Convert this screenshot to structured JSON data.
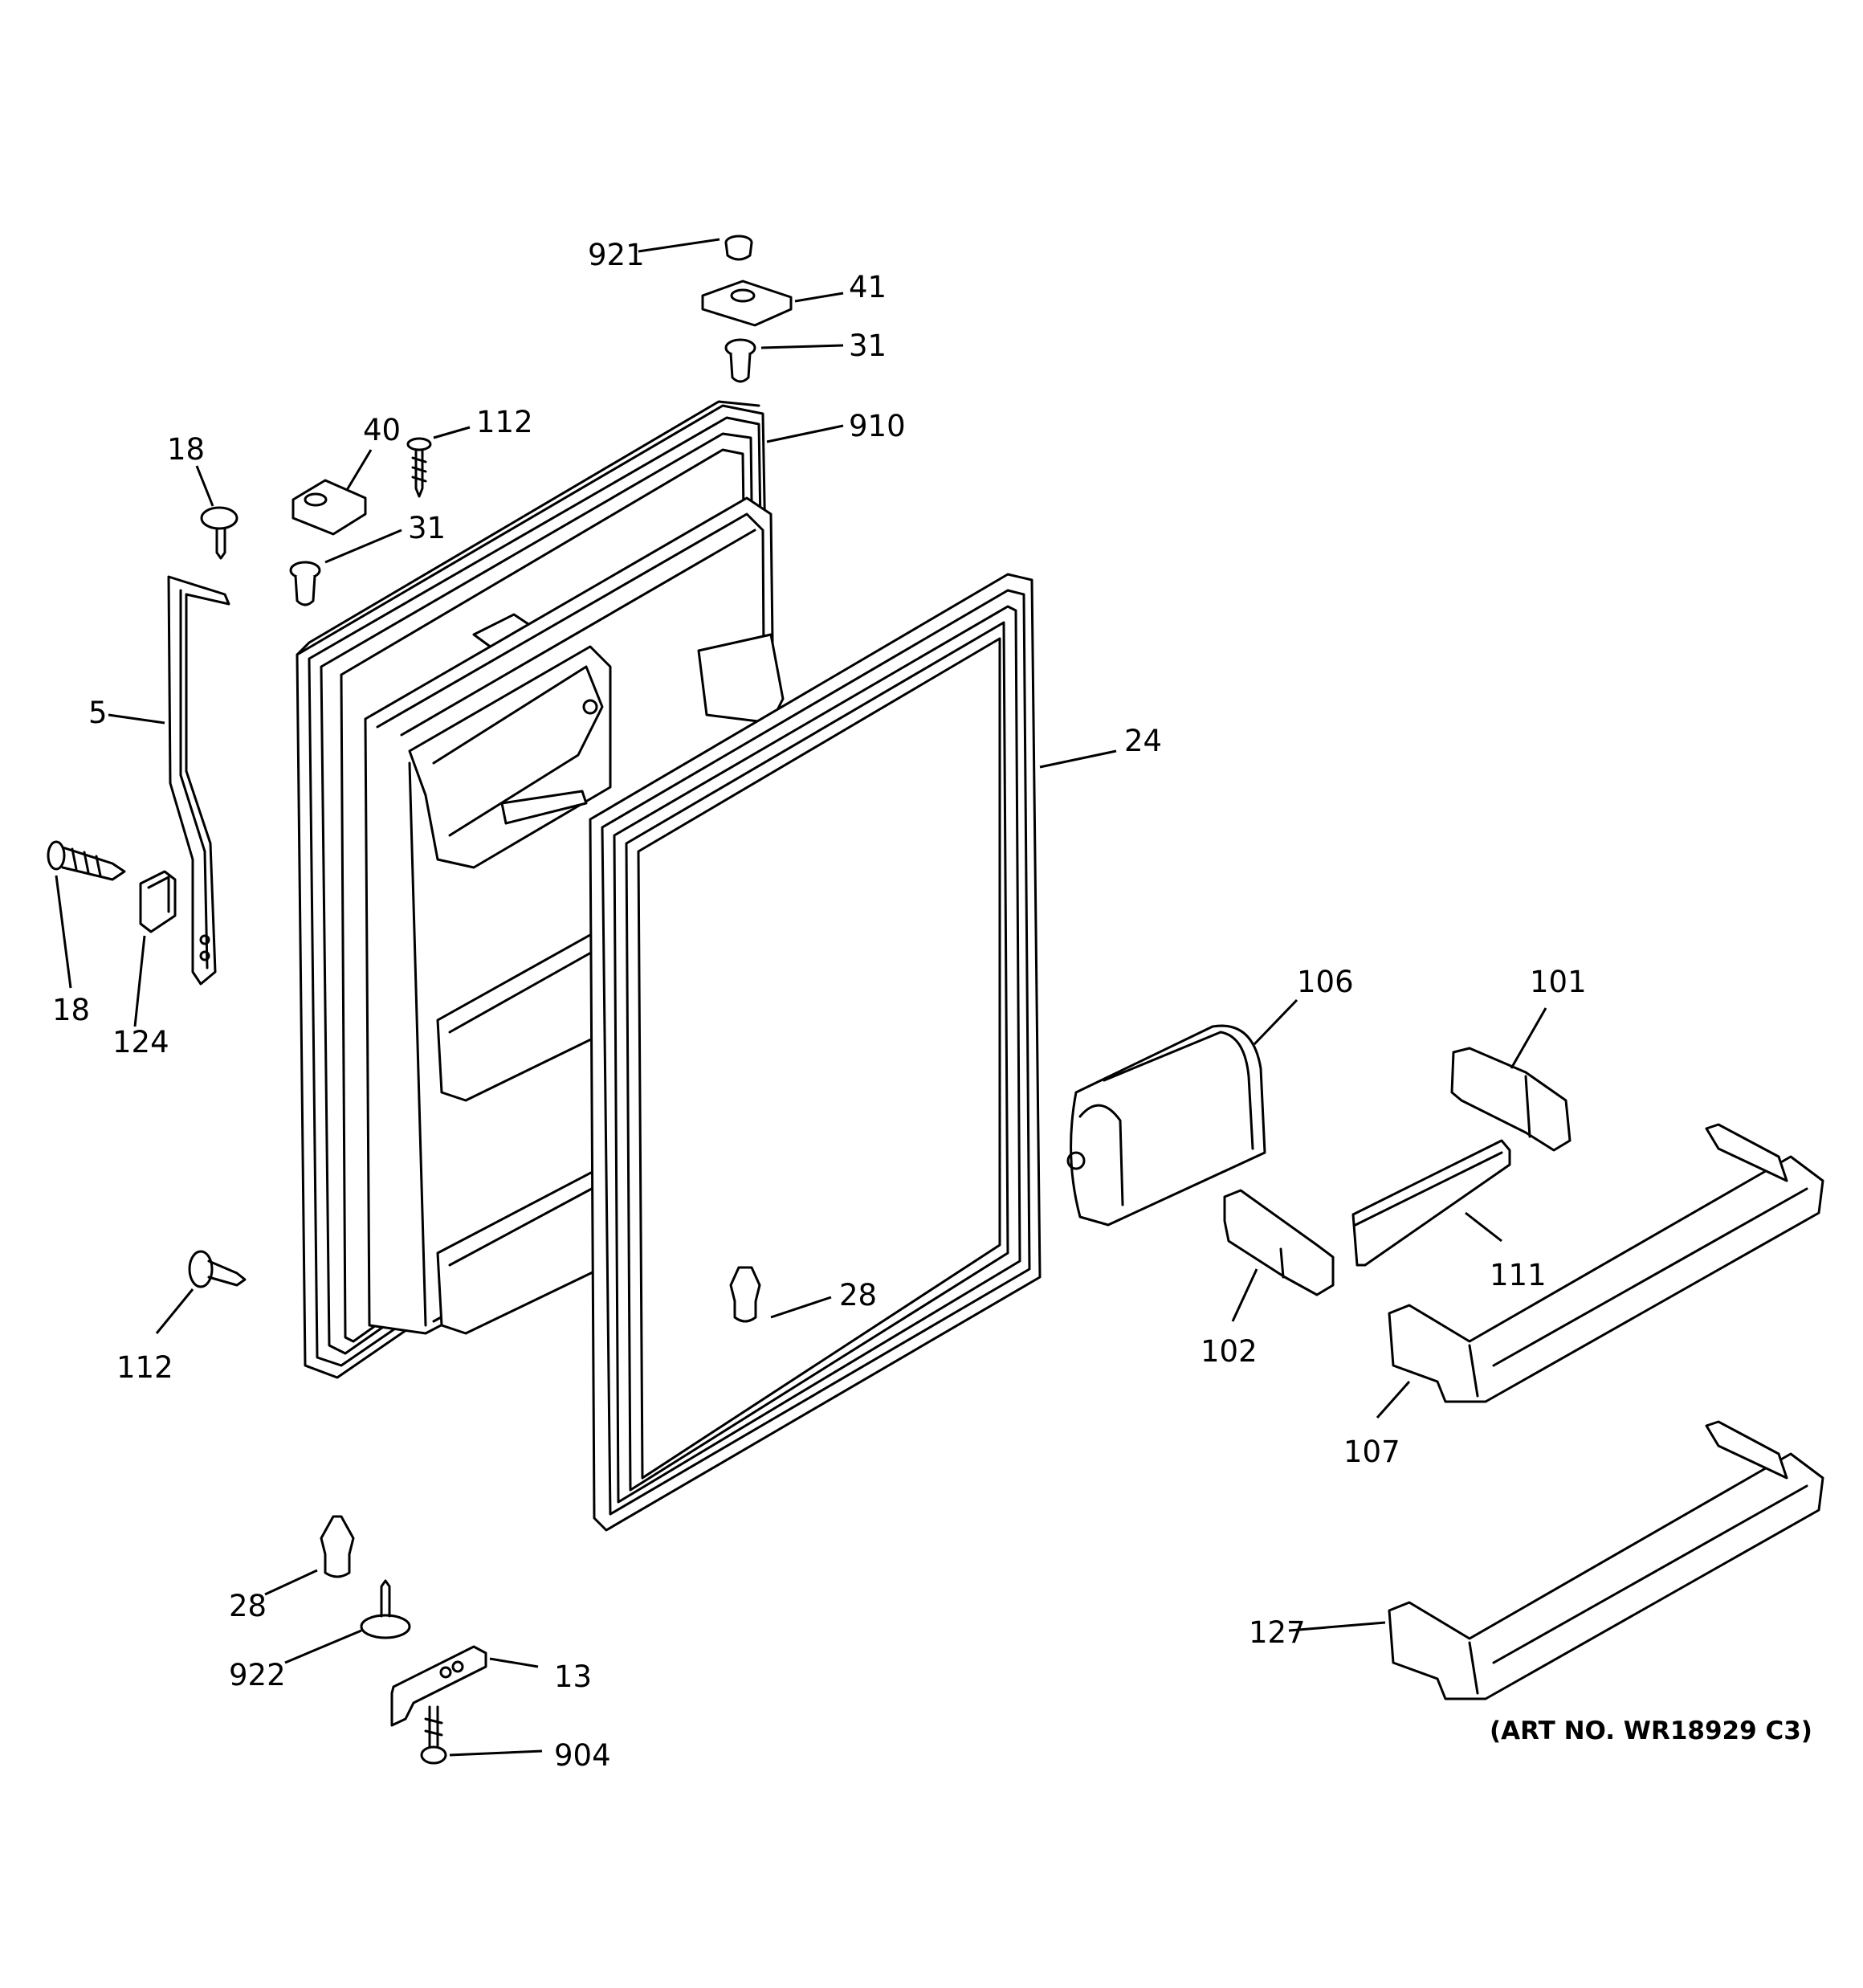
{
  "diagram": {
    "art_number": "(ART NO. WR18929 C3)",
    "callouts": {
      "c921": "921",
      "c41": "41",
      "c31_top": "31",
      "c910": "910",
      "c112_top": "112",
      "c40": "40",
      "c18_top": "18",
      "c31_left": "31",
      "c5": "5",
      "c24": "24",
      "c18_left": "18",
      "c124": "124",
      "c106": "106",
      "c101": "101",
      "c111": "111",
      "c102": "102",
      "c28_mid": "28",
      "c112_left": "112",
      "c107": "107",
      "c28_bottom": "28",
      "c922": "922",
      "c13": "13",
      "c127": "127",
      "c904": "904"
    }
  }
}
